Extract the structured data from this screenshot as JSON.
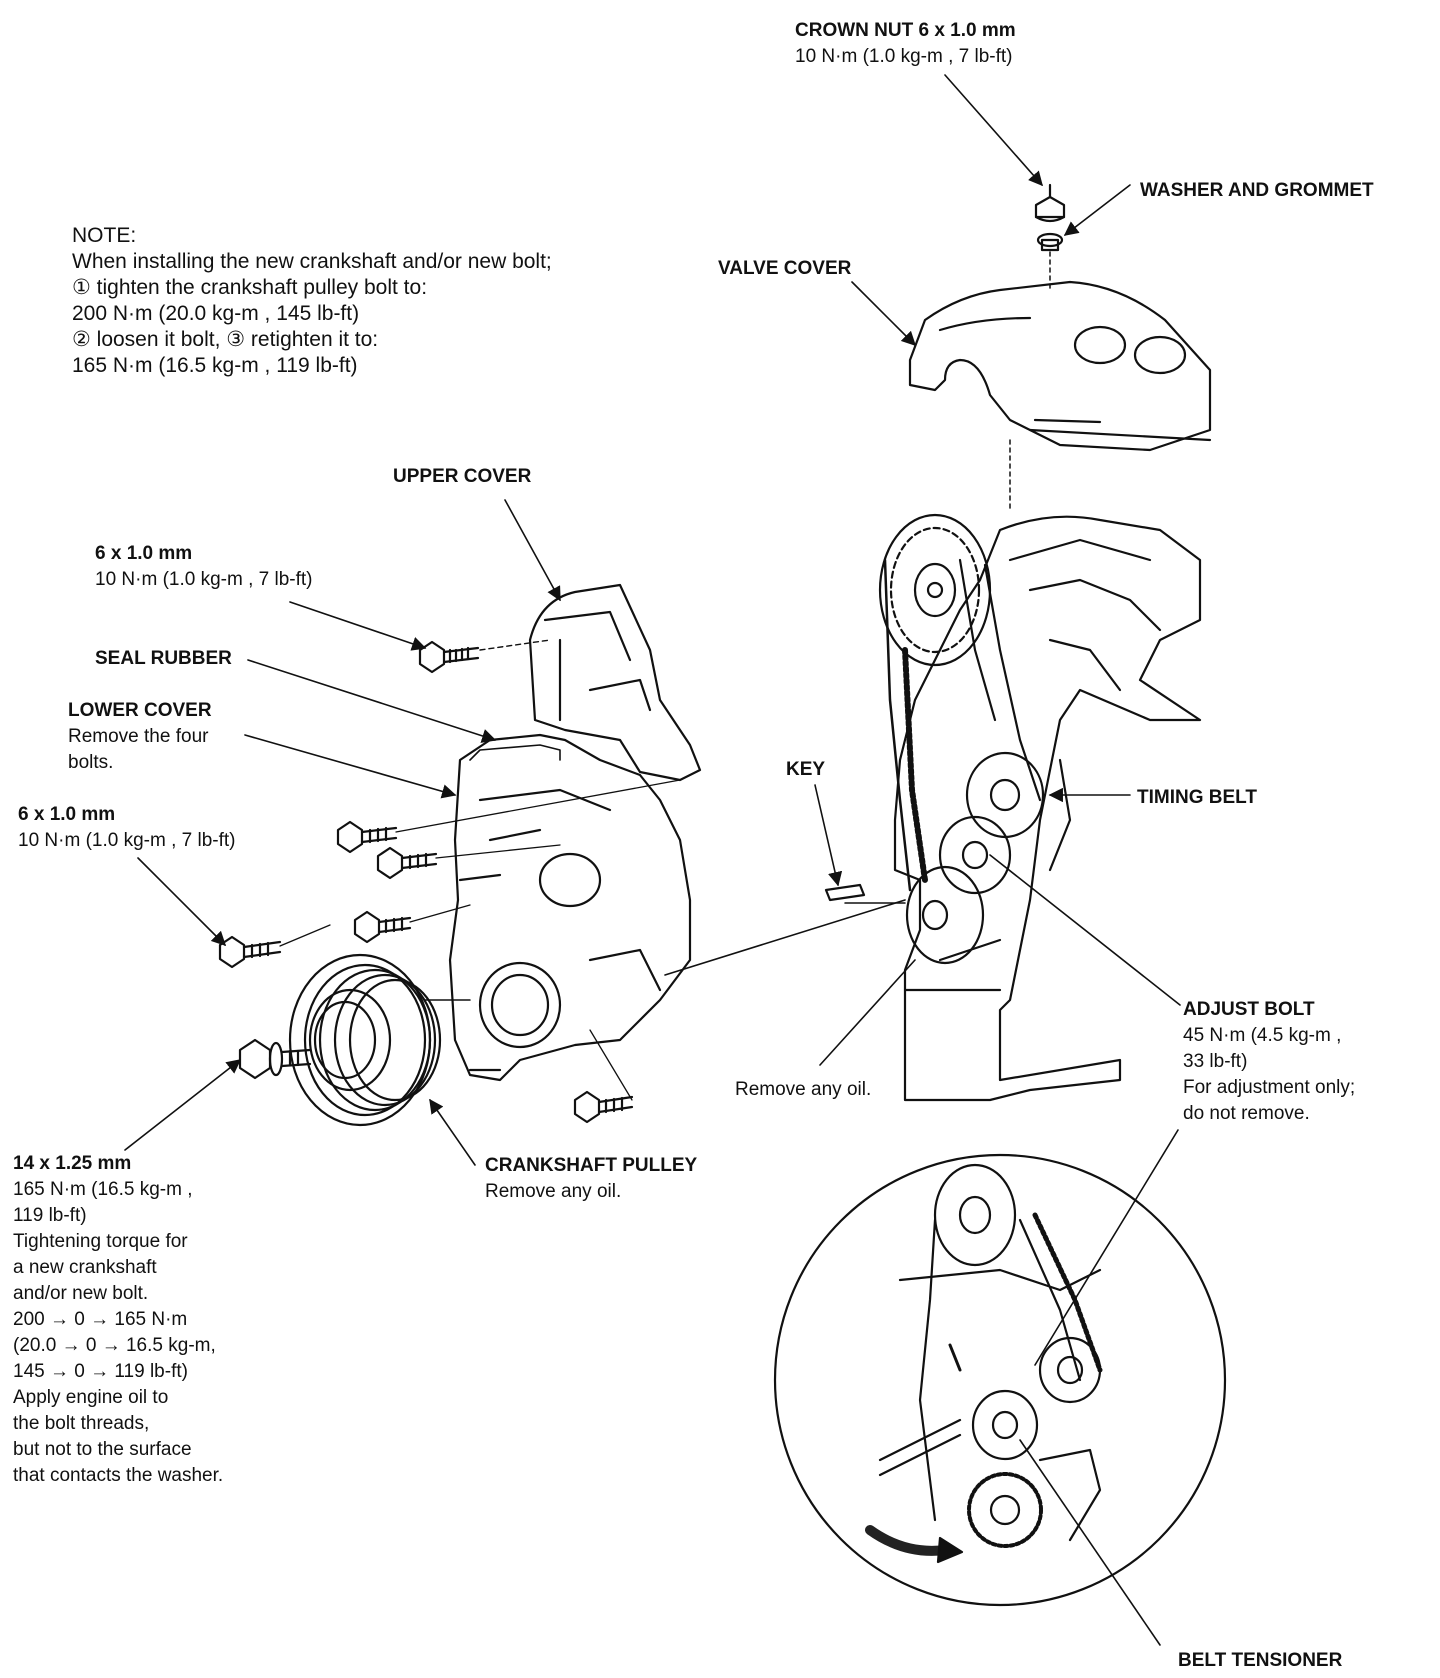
{
  "note": {
    "heading": "NOTE:",
    "lines": [
      "When installing the new crankshaft and/or new bolt;",
      "① tighten the crankshaft pulley bolt to:",
      "200  N·m (20.0  kg-m , 145  lb-ft)",
      "② loosen it bolt, ③ retighten it to:",
      "165  N·m (16.5  kg-m , 119  lb-ft)"
    ]
  },
  "labels": {
    "crown_nut": {
      "title": "CROWN NUT 6 x 1.0 mm",
      "lines": [
        "10  N·m (1.0  kg-m , 7  lb-ft)"
      ]
    },
    "washer_grommet": {
      "title": "WASHER AND GROMMET"
    },
    "valve_cover": {
      "title": "VALVE COVER"
    },
    "upper_cover": {
      "title": "UPPER COVER"
    },
    "bolt_upper": {
      "title": "6 x 1.0 mm",
      "lines": [
        "10  N·m (1.0  kg-m , 7  lb-ft)"
      ]
    },
    "seal_rubber": {
      "title": "SEAL RUBBER"
    },
    "lower_cover": {
      "title": "LOWER COVER",
      "lines": [
        "Remove the four",
        "bolts."
      ]
    },
    "bolt_lower": {
      "title": "6 x 1.0 mm",
      "lines": [
        "10  N·m (1.0  kg-m , 7  lb-ft)"
      ]
    },
    "key": {
      "title": "KEY"
    },
    "timing_belt": {
      "title": "TIMING BELT"
    },
    "adjust_bolt": {
      "title": "ADJUST BOLT",
      "lines": [
        "45  N·m (4.5  kg-m ,",
        "33  lb-ft)",
        "For adjustment only;",
        "do not remove."
      ]
    },
    "remove_oil": {
      "lines": [
        "Remove any oil."
      ]
    },
    "crankshaft_pulley": {
      "title": "CRANKSHAFT PULLEY",
      "lines": [
        "Remove any oil."
      ]
    },
    "pulley_bolt": {
      "title": "14 x 1.25 mm",
      "lines": [
        "165  N·m (16.5  kg-m ,",
        "119  lb-ft)",
        "Tightening torque for",
        "a new crankshaft",
        "and/or new bolt.",
        "200 → 0 → 165 N·m",
        "(20.0 → 0 → 16.5 kg-m,",
        "145 → 0 → 119 lb-ft)",
        "Apply engine oil to",
        "the bolt threads,",
        "but not to the surface",
        "that contacts the washer."
      ]
    },
    "belt_tensioner": {
      "title": "BELT TENSIONER"
    }
  }
}
